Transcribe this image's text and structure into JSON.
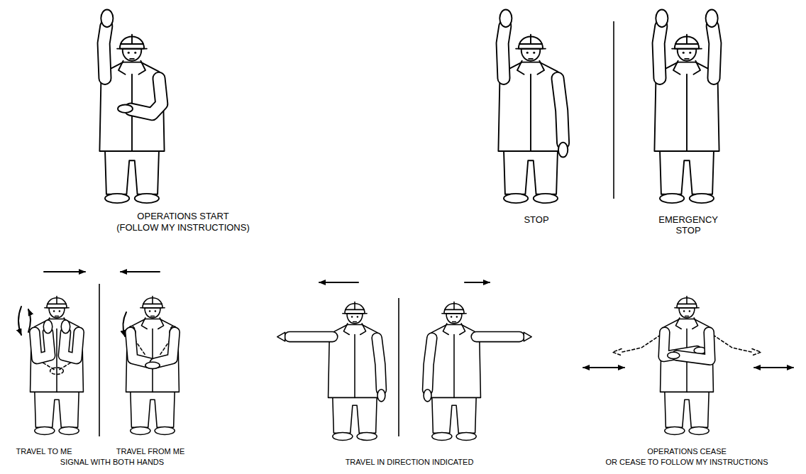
{
  "diagram": {
    "labels": [
      "OPERATIONS START",
      "(FOLLOW MY INSTRUCTIONS)",
      "STOP",
      "EMERGENCY STOP",
      "TRAVEL TO ME",
      "TRAVEL FROM ME",
      "SIGNAL WITH BOTH HANDS",
      "TRAVEL IN DIRECTION INDICATED",
      "OPERATIONS CEASE",
      "OR CEASE TO FOLLOW MY INSTRUCTIONS"
    ]
  }
}
